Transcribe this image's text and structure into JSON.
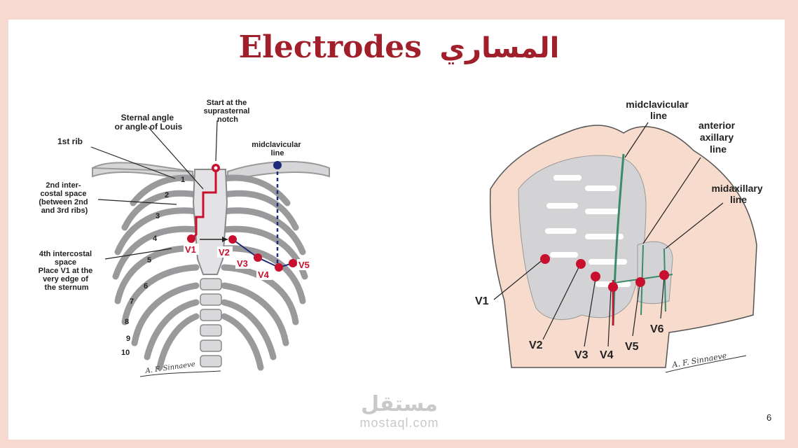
{
  "slide": {
    "title_en": "Electrodes",
    "title_ar": "المساري",
    "page_number": "6",
    "watermark": {
      "arabic": "مستقل",
      "latin": "mostaql.com"
    }
  },
  "left_figure": {
    "labels": {
      "start": [
        "Start at the",
        "suprasternal",
        "notch"
      ],
      "sternal_angle": [
        "Sternal angle",
        "or angle of Louis"
      ],
      "first_rib": "1st rib",
      "second_ics": [
        "2nd inter-",
        "costal space",
        "(between 2nd",
        "and 3rd ribs)"
      ],
      "fourth_ics": [
        "4th intercostal",
        "space",
        "Place V1 at the",
        "very edge of",
        "the sternum"
      ],
      "midclavicular": [
        "midclavicular",
        "line"
      ],
      "signature": "A. F. Sinnaeve"
    },
    "rib_numbers": [
      "1",
      "2",
      "3",
      "4",
      "5",
      "6",
      "7",
      "8",
      "9",
      "10"
    ],
    "electrodes": [
      "V1",
      "V2",
      "V3",
      "V4",
      "V5"
    ]
  },
  "right_figure": {
    "labels": {
      "midclavicular": [
        "midclavicular",
        "line"
      ],
      "anterior_axillary": [
        "anterior",
        "axillary",
        "line"
      ],
      "midaxillary": [
        "midaxillary",
        "line"
      ],
      "signature": "A. F. Sinnaeve"
    },
    "electrodes": [
      "V1",
      "V2",
      "V3",
      "V4",
      "V5",
      "V6"
    ]
  },
  "colors": {
    "title": "#a11f2b",
    "electrode": "#c8102e",
    "midclavicular_line": "#1f2a7a",
    "reference_lines": "#3b8a6a",
    "skin": "#f7dccd",
    "bone": "#cfcfd1"
  }
}
